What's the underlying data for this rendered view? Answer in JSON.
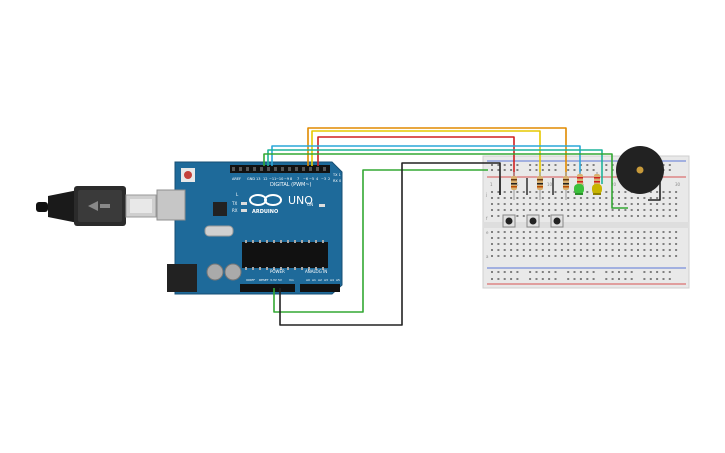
{
  "board": {
    "brand": "ARDUINO",
    "model": "UNO",
    "digital_label": "DIGITAL (PWM~)",
    "power_label": "POWER",
    "analog_label": "ANALOG IN",
    "aref_label": "AREF",
    "gnd_label": "GND",
    "tx_label": "TX",
    "rx_label": "RX",
    "l_label": "L",
    "on_label": "ON",
    "ioref_label": "IOREF",
    "reset_label": "RESET",
    "v33_label": "3.3V",
    "v5_label": "5V",
    "vin_label": "Vin",
    "a0_label": "A0",
    "a1_label": "A1",
    "a2_label": "A2",
    "a3_label": "A3",
    "a4_label": "A4",
    "a5_label": "A5",
    "pin13": "13",
    "pin12": "12",
    "pin11": "~11",
    "pin10": "~10",
    "pin9": "~9",
    "pin8": "8",
    "pin7": "7",
    "pin6": "~6",
    "pin5": "~5",
    "pin4": "4",
    "pin3": "~3",
    "pin2": "2",
    "pin1": "TX 1",
    "pin0": "RX 0"
  },
  "breadboard": {
    "col_1": "1",
    "col_5": "5",
    "col_10": "10",
    "col_15": "15",
    "col_20": "20",
    "col_25": "25",
    "col_30": "30",
    "row_a": "a",
    "row_e": "e",
    "row_f": "f",
    "row_j": "j"
  },
  "colors": {
    "board_blue": "#1e6a9a",
    "wire_orange": "#e08a00",
    "wire_yellow": "#e6c800",
    "wire_red": "#d02020",
    "wire_blue": "#2aa7d8",
    "wire_teal": "#1fb39a",
    "wire_green": "#33a833",
    "wire_black": "#222222",
    "led_green": "#3cc03c",
    "led_yellow": "#c8b400",
    "breadboard": "#e9e9e9"
  },
  "icons": {
    "usb_cable": "usb-cable-icon",
    "buzzer": "piezo-buzzer-icon",
    "push_button": "push-button-icon",
    "resistor": "resistor-icon",
    "led": "led-icon"
  }
}
